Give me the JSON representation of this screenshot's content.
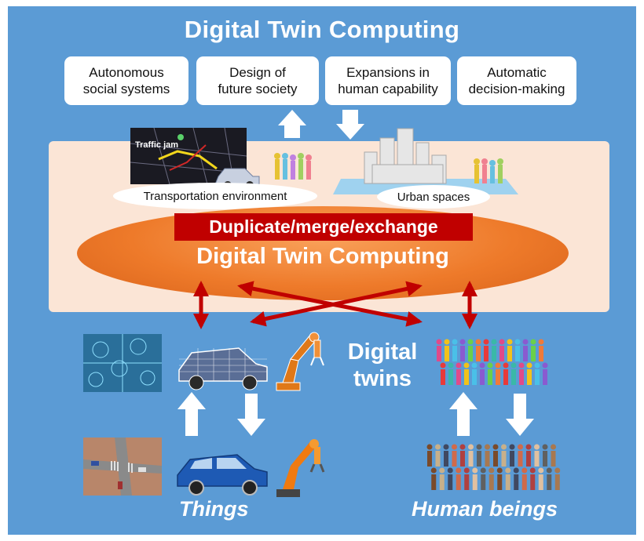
{
  "title": "Digital Twin Computing",
  "goals": [
    {
      "label": "Autonomous\nsocial systems"
    },
    {
      "label": "Design of\nfuture society"
    },
    {
      "label": "Expansions in\nhuman capability"
    },
    {
      "label": "Automatic\ndecision-making"
    }
  ],
  "spaces": {
    "transport_label": "Transportation  environment",
    "transport_overlay": "Traffic jam",
    "urban_label": "Urban spaces"
  },
  "core": {
    "banner": "Duplicate/merge/exchange",
    "label": "Digital Twin Computing"
  },
  "digital_twins_label": "Digital\ntwins",
  "categories": {
    "things": "Things",
    "humans": "Human beings"
  },
  "colors": {
    "background": "#5b9bd5",
    "panel": "#fbe5d6",
    "core_orange": "#ee7a2a",
    "banner_red": "#c00000",
    "exchange_arrow": "#c00000",
    "flow_arrow": "#ffffff"
  },
  "icons": [
    "up-arrow-icon",
    "down-arrow-icon",
    "car-icon",
    "robot-arm-icon",
    "crowd-icon",
    "city-icon",
    "street-map-icon"
  ]
}
